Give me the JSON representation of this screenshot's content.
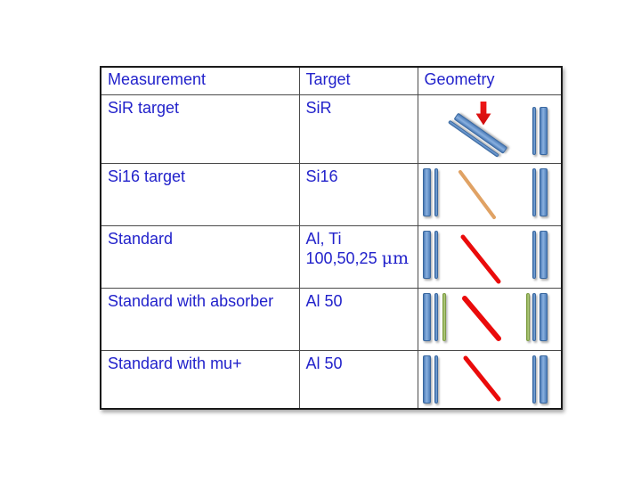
{
  "table": {
    "headers": [
      "Measurement",
      "Target",
      "Geometry"
    ],
    "rows": [
      {
        "measurement": "SiR target",
        "target": "SiR",
        "geometry": {
          "description": "tilted thin+thick bar target with red downward beam arrow, detector bar pair at right",
          "items": [
            "tilted-blue-bar-thin",
            "tilted-blue-bar-thick",
            "red-down-arrow",
            "blue-bar-thin",
            "blue-bar-thick"
          ]
        }
      },
      {
        "measurement": "Si16 target",
        "target": "Si16",
        "geometry": {
          "description": "detector bar pairs both sides, tan diagonal target line in middle",
          "items": [
            "blue-bar-thick",
            "blue-bar-thin",
            "tan-diagonal-line",
            "blue-bar-thin",
            "blue-bar-thick"
          ]
        }
      },
      {
        "measurement": "Standard",
        "target": "Al, Ti",
        "target_line2": "100,50,25",
        "target_unit": "μm",
        "geometry": {
          "description": "detector bar pairs both sides, red diagonal target line in middle",
          "items": [
            "blue-bar-thick",
            "blue-bar-thin",
            "red-diagonal-line",
            "blue-bar-thin",
            "blue-bar-thick"
          ]
        }
      },
      {
        "measurement": "Standard with absorber",
        "target": "Al 50",
        "geometry": {
          "description": "detector bar pairs with inner green absorber bars both sides, thick red diagonal target line",
          "items": [
            "blue-bar-thick",
            "blue-bar-thin",
            "green-bar",
            "red-diagonal-line",
            "green-bar",
            "blue-bar-thin",
            "blue-bar-thick"
          ]
        }
      },
      {
        "measurement": "Standard with mu+",
        "target": "Al 50",
        "geometry": {
          "description": "detector bar pairs both sides, red diagonal target line in middle",
          "items": [
            "blue-bar-thick",
            "blue-bar-thin",
            "red-diagonal-line",
            "blue-bar-thin",
            "blue-bar-thick"
          ]
        }
      }
    ],
    "colors": {
      "text_blue": "#2222cb",
      "grid_line": "#4a4a4a",
      "outer_border": "#1a1a1a",
      "blue_bar": "#4f81bd",
      "blue_bar_border": "#3a689f",
      "green_bar": "#9bbb59",
      "green_bar_border": "#7d9b43",
      "red_line": "#ea0b0b",
      "tan_line": "#e0a264",
      "arrow_red": "#e31212"
    }
  }
}
